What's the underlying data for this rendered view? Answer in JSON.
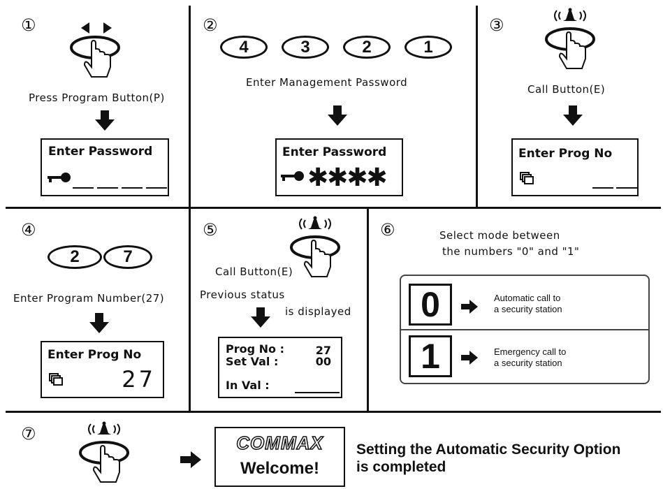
{
  "steps": {
    "s1": {
      "num": "①",
      "caption": "Press Program Button(P)",
      "lcd_title": "Enter Password"
    },
    "s2": {
      "num": "②",
      "digits": [
        "4",
        "3",
        "2",
        "1"
      ],
      "caption": "Enter Management Password",
      "lcd_title": "Enter Password",
      "masked": "✱✱✱✱"
    },
    "s3": {
      "num": "③",
      "caption": "Call Button(E)",
      "lcd_title": "Enter Prog  No"
    },
    "s4": {
      "num": "④",
      "digits": [
        "2",
        "7"
      ],
      "caption": "Enter Program Number(27)",
      "lcd_title": "Enter Prog  No",
      "lcd_value": "27"
    },
    "s5": {
      "num": "⑤",
      "caption": "Call Button(E)",
      "caption2_line1": "Previous status",
      "caption2_line2": "is displayed",
      "lcd_line1_label": "Prog No :",
      "lcd_line1_value": "27",
      "lcd_line2_label": "Set Val  :",
      "lcd_line2_value": "00",
      "lcd_line3_label": "In Val :"
    },
    "s6": {
      "num": "⑥",
      "caption_line1": "Select mode between",
      "caption_line2": "the numbers \"0\" and \"1\"",
      "modes": [
        {
          "digit": "0",
          "line1": "Automatic call to",
          "line2": " a security station"
        },
        {
          "digit": "1",
          "line1": "Emergency call to",
          "line2": "a security station"
        }
      ]
    },
    "s7": {
      "num": "⑦",
      "brand": "COMMAX",
      "welcome": "Welcome!",
      "result_line1": "Setting the Automatic Security Option",
      "result_line2": "is completed"
    }
  }
}
